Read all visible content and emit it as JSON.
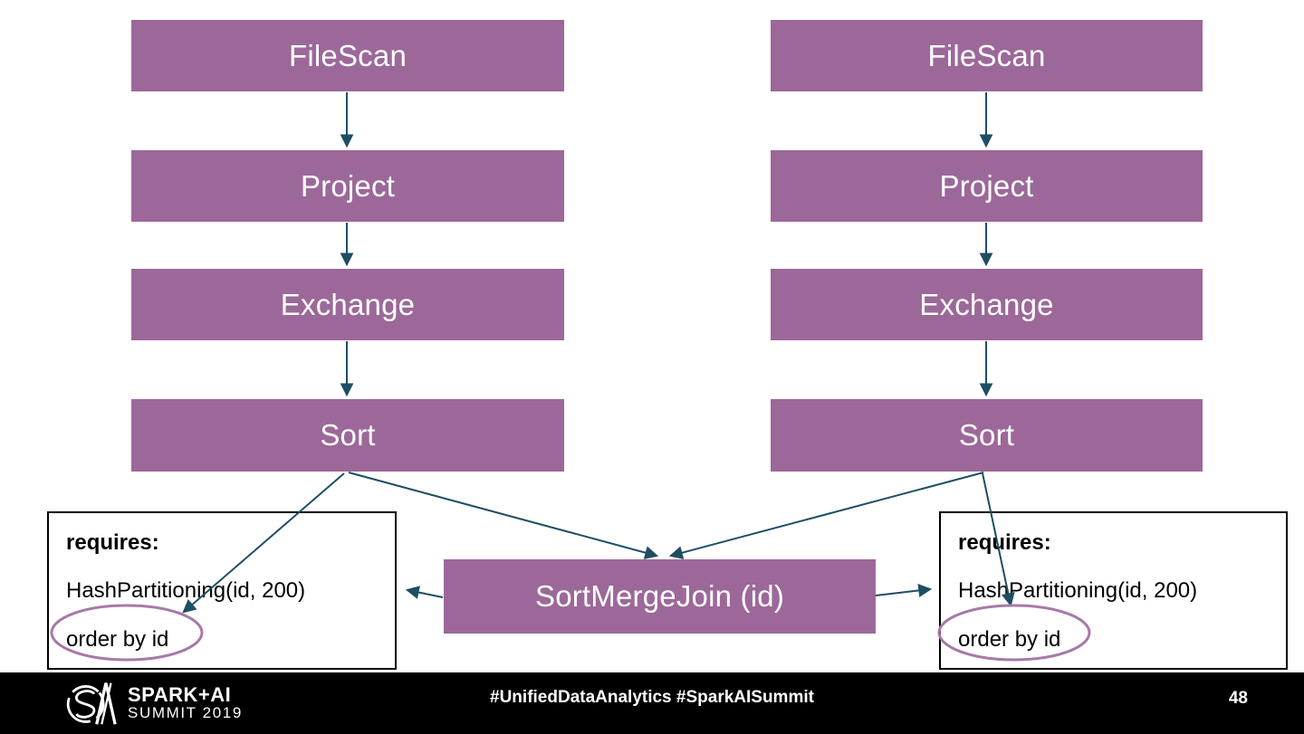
{
  "diagram": {
    "pipelines": {
      "left": [
        "FileScan",
        "Project",
        "Exchange",
        "Sort"
      ],
      "right": [
        "FileScan",
        "Project",
        "Exchange",
        "Sort"
      ]
    },
    "join_node_label": "SortMergeJoin (id)",
    "annotations": {
      "left": {
        "title": "requires:",
        "requirement1": "HashPartitioning(id, 200)",
        "requirement2": "order by id"
      },
      "right": {
        "title": "requires:",
        "requirement1": "HashPartitioning(id, 200)",
        "requirement2": "order by id"
      }
    }
  },
  "footer": {
    "logo": {
      "icon": "spark-ai-summit-monogram",
      "line1": "SPARK+AI",
      "line2": "SUMMIT 2019"
    },
    "hashtags": "#UnifiedDataAnalytics #SparkAISummit",
    "page_number": "48"
  },
  "colors": {
    "node_fill": "#9C6899",
    "node_text": "#FFFFFF",
    "arrow": "#1E4E63",
    "ellipse_stroke": "#A779A8",
    "annotation_border": "#000000",
    "annotation_bg": "#FFFFFF",
    "annotation_text": "#000000",
    "footer_bg": "#000000",
    "footer_text": "#FFFFFF",
    "slide_bg": "#FFFFFF"
  }
}
